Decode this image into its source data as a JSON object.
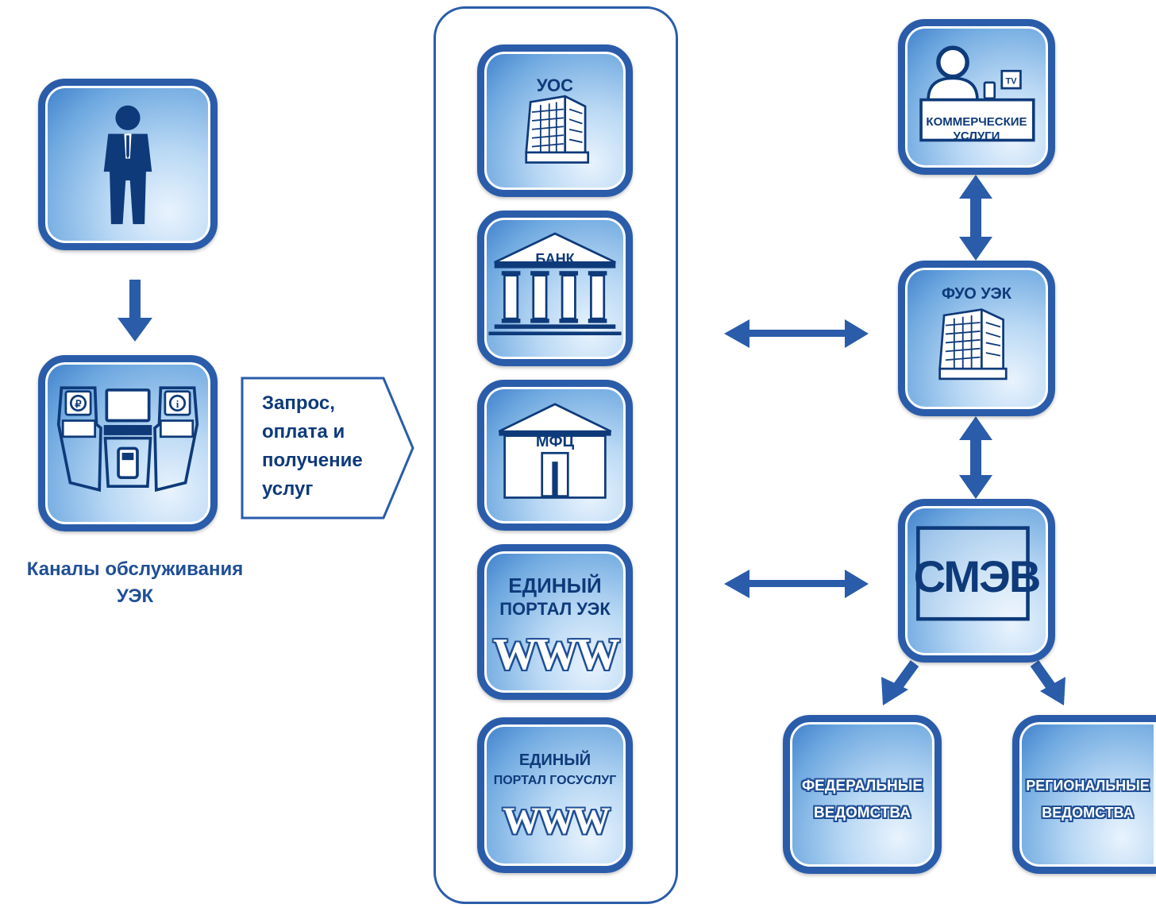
{
  "colors": {
    "accent": "#2a5caa",
    "label": "#0e3a7a",
    "caption": "#1f4f96"
  },
  "left": {
    "person_icon": "person-icon",
    "channels_icon": "service-kiosks-icon",
    "caption_line1": "Каналы обслуживания",
    "caption_line2": "УЭК"
  },
  "request": {
    "line1": "Запрос,",
    "line2": "оплата и",
    "line3": "получение",
    "line4": "услуг"
  },
  "center": {
    "uos": "УОС",
    "bank": "БАНК",
    "mfc": "МФЦ",
    "portal_uek_line1": "ЕДИНЫЙ",
    "portal_uek_line2": "ПОРТАЛ УЭК",
    "portal_uek_www": "WWW",
    "gosuslugi_line1": "ЕДИНЫЙ",
    "gosuslugi_line2": "ПОРТАЛ ГОСУСЛУГ",
    "gosuslugi_www": "WWW"
  },
  "right": {
    "commercial_line1": "КОММЕРЧЕСКИЕ",
    "commercial_line2": "УСЛУГИ",
    "tv": "TV",
    "fuo": "ФУО УЭК",
    "smev": "СМЭВ",
    "federal_line1": "ФЕДЕРАЛЬНЫЕ",
    "federal_line2": "ВЕДОМСТВА",
    "regional_line1": "РЕГИОНАЛЬНЫЕ",
    "regional_line2": "ВЕДОМСТВА"
  }
}
